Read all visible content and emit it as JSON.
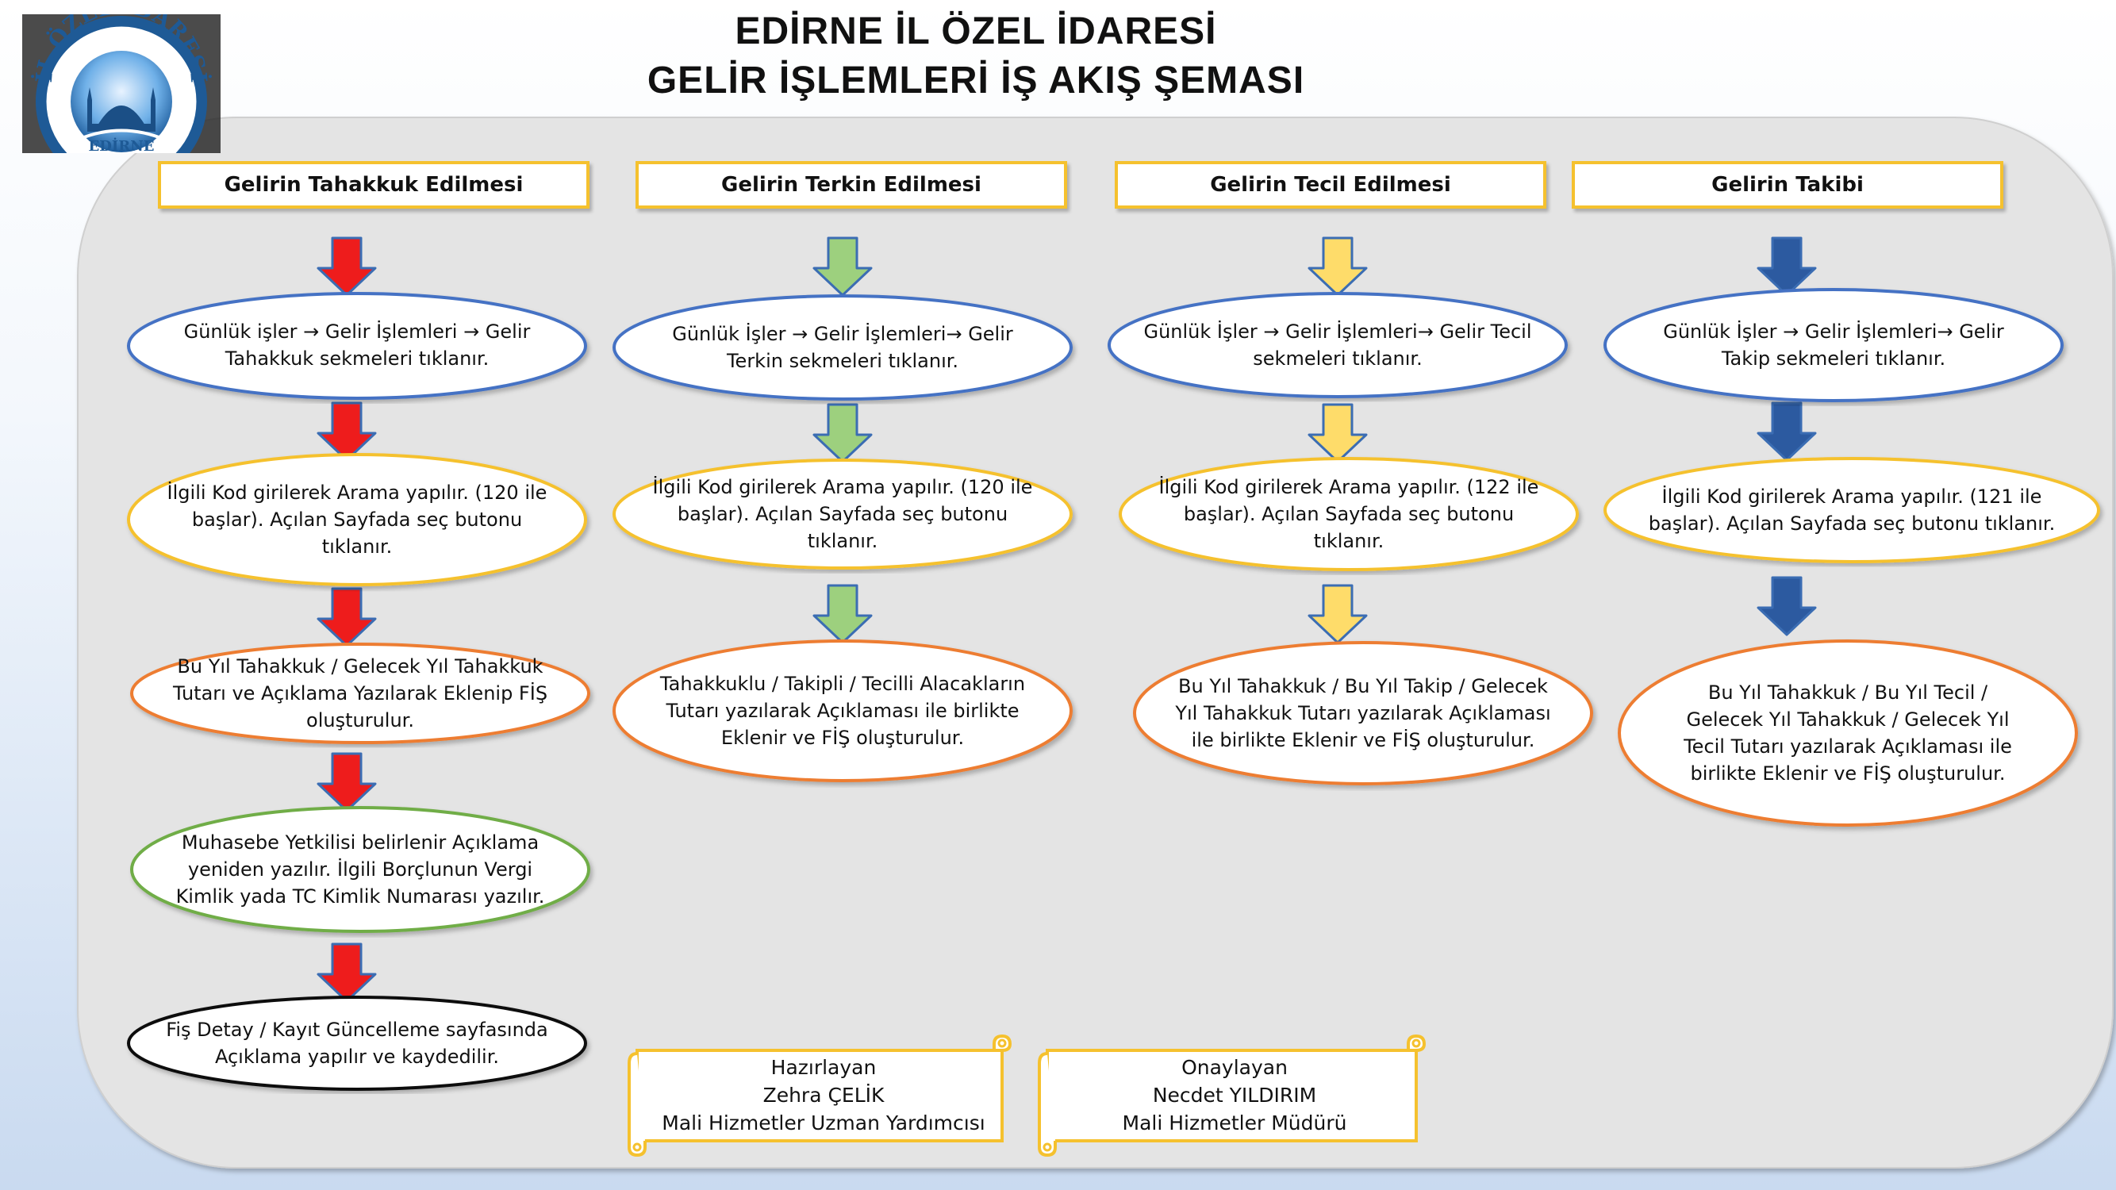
{
  "title": {
    "line1": "EDİRNE İL ÖZEL İDARESİ",
    "line2": "GELİR İŞLEMLERİ İŞ AKIŞ ŞEMASI"
  },
  "logo": {
    "text_top": "İL ÖZEL İDARESİ",
    "text_bottom": "EDİRNE"
  },
  "colors": {
    "red": "#ee1c1c",
    "green": "#9dd07e",
    "yellow": "#fedc6a",
    "navy": "#2c5aa0",
    "blue_border": "#4472c4",
    "orange_border": "#ed7d31",
    "gold_border": "#f5c12e",
    "green_border": "#70ad47",
    "black_border": "#111111"
  },
  "columns": [
    {
      "header": "Gelirin Tahakkuk Edilmesi",
      "arrow_color": "red",
      "steps": [
        {
          "text": "Günlük işler → Gelir İşlemleri → Gelir Tahakkuk sekmeleri tıklanır.",
          "border": "blue_border"
        },
        {
          "text": "İlgili Kod girilerek Arama yapılır. (120 ile başlar). Açılan Sayfada seç butonu tıklanır.",
          "border": "gold_border"
        },
        {
          "text": "Bu Yıl Tahakkuk  / Gelecek Yıl Tahakkuk Tutarı  ve Açıklama Yazılarak Eklenip FİŞ oluşturulur.",
          "border": "orange_border"
        },
        {
          "text": "Muhasebe  Yetkilisi belirlenir Açıklama yeniden yazılır. İlgili Borçlunun Vergi Kimlik yada  TC Kimlik Numarası yazılır.",
          "border": "green_border"
        },
        {
          "text": "Fiş Detay / Kayıt Güncelleme sayfasında  Açıklama  yapılır ve kaydedilir.",
          "border": "black_border"
        }
      ]
    },
    {
      "header": "Gelirin Terkin Edilmesi",
      "arrow_color": "green",
      "steps": [
        {
          "text": "Günlük İşler → Gelir İşlemleri→ Gelir Terkin sekmeleri tıklanır.",
          "border": "blue_border"
        },
        {
          "text": "İlgili Kod girilerek Arama yapılır. (120 ile başlar). Açılan Sayfada seç butonu tıklanır.",
          "border": "gold_border"
        },
        {
          "text": "Tahakkuklu  /  Takipli  / Tecilli Alacakların  Tutarı yazılarak Açıklaması ile birlikte Eklenir ve FİŞ oluşturulur.",
          "border": "orange_border"
        }
      ]
    },
    {
      "header": "Gelirin Tecil Edilmesi",
      "arrow_color": "yellow",
      "steps": [
        {
          "text": "Günlük İşler → Gelir İşlemleri→ Gelir Tecil  sekmeleri tıklanır.",
          "border": "blue_border"
        },
        {
          "text": "İlgili Kod girilerek Arama yapılır. (122 ile başlar). Açılan Sayfada seç butonu tıklanır.",
          "border": "gold_border"
        },
        {
          "text": "Bu Yıl Tahakkuk  /  Bu Yıl Takip  / Gelecek Yıl  Tahakkuk  Tutarı yazılarak Açıklaması ile birlikte Eklenir ve FİŞ oluşturulur.",
          "border": "orange_border"
        }
      ]
    },
    {
      "header": "Gelirin Takibi",
      "arrow_color": "navy",
      "steps": [
        {
          "text": "Günlük İşler → Gelir İşlemleri→ Gelir Takip  sekmeleri tıklanır.",
          "border": "blue_border"
        },
        {
          "text": "İlgili Kod girilerek Arama yapılır. (121 ile başlar). Açılan Sayfada  seç butonu tıklanır.",
          "border": "gold_border"
        },
        {
          "text": "Bu Yıl Tahakkuk / Bu Yıl Tecil / Gelecek Yıl Tahakkuk / Gelecek Yıl Tecil Tutarı  yazılarak Açıklaması ile birlikte Eklenir ve FİŞ oluşturulur.",
          "border": "orange_border"
        }
      ]
    }
  ],
  "signatures": [
    {
      "role": "Hazırlayan",
      "name": "Zehra ÇELİK",
      "title": "Mali Hizmetler Uzman Yardımcısı"
    },
    {
      "role": "Onaylayan",
      "name": "Necdet YILDIRIM",
      "title": "Mali Hizmetler Müdürü"
    }
  ]
}
